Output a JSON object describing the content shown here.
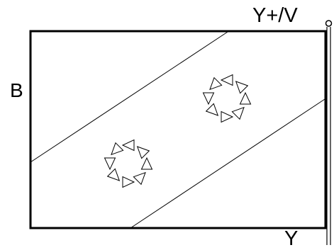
{
  "labels": {
    "top_right": "Y+/V",
    "left": "B",
    "bottom_right": "Y"
  },
  "colors": {
    "stroke": "#000000",
    "background": "#ffffff"
  },
  "motifs": {
    "shape": "triangle-outline",
    "count_per_star": 8,
    "star_count": 2
  }
}
